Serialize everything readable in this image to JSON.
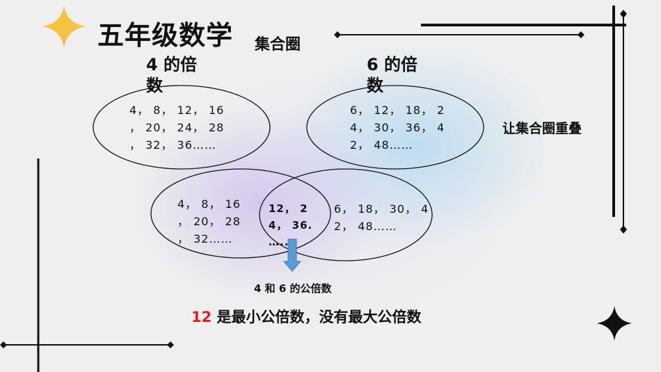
{
  "title": "五年级数学",
  "subtitle": "集合圈",
  "sets": {
    "four": {
      "label": "4 的倍数",
      "numbers": [
        "4， 8， 12， 16",
        "， 20， 24， 28",
        "， 32， 36……"
      ]
    },
    "six": {
      "label": "6 的倍数",
      "numbers": [
        "6， 12， 18， 2",
        "4， 30， 36， 4",
        "2， 48……"
      ]
    }
  },
  "side_note": "让集合圈重叠",
  "overlap": {
    "left_only": [
      "4， 8， 16",
      "， 20， 28",
      "， 32……"
    ],
    "common": [
      "12， 2",
      "4， 36.",
      "….."
    ],
    "right_only": [
      "6， 18， 30， 4",
      "2， 48……"
    ]
  },
  "caption": "4 和 6 的公倍数",
  "result": {
    "highlight": "12",
    "text": " 是最小公倍数，没有最大公倍数",
    "highlight_color": "#e02020"
  },
  "colors": {
    "star_yellow": "#f6c445",
    "arrow_blue": "#5b9bd5",
    "lines": "#111111"
  }
}
